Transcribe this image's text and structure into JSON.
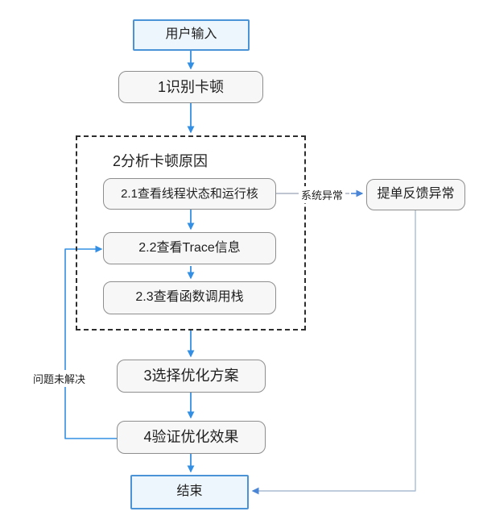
{
  "flowchart": {
    "nodes": {
      "user_input": {
        "label": "用户输入",
        "type": "start"
      },
      "step1": {
        "label": "1识别卡顿",
        "type": "process"
      },
      "group2": {
        "title": "2分析卡顿原因"
      },
      "step21": {
        "label": "2.1查看线程状态和运行核",
        "type": "process"
      },
      "step22": {
        "label": "2.2查看Trace信息",
        "type": "process"
      },
      "step23": {
        "label": "2.3查看函数调用栈",
        "type": "process"
      },
      "ticket": {
        "label": "提单反馈异常",
        "type": "process"
      },
      "step3": {
        "label": "3选择优化方案",
        "type": "process"
      },
      "step4": {
        "label": "4验证优化效果",
        "type": "process"
      },
      "end": {
        "label": "结束",
        "type": "end"
      }
    },
    "edge_labels": {
      "system_exception": "系统异常",
      "problem_unsolved": "问题未解决"
    },
    "colors": {
      "arrow_blue": "#338fe3",
      "connector_gray": "#a9bcd4",
      "connector_arrow_blue": "#4a85d6",
      "start_end_border": "#4a93d6",
      "start_end_fill": "#edf6fc",
      "process_border": "#8e8e8e",
      "process_fill": "#f7f7f7",
      "group_border": "#2e2e2e",
      "text": "#1f1f1f"
    }
  }
}
